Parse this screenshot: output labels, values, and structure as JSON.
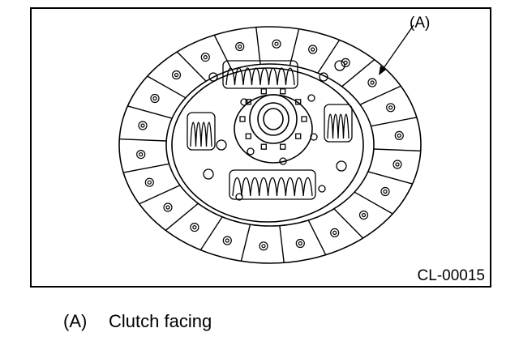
{
  "figure": {
    "callout": "(A)",
    "code": "CL-00015"
  },
  "legend": [
    {
      "tag": "(A)",
      "text": "Clutch facing"
    }
  ]
}
